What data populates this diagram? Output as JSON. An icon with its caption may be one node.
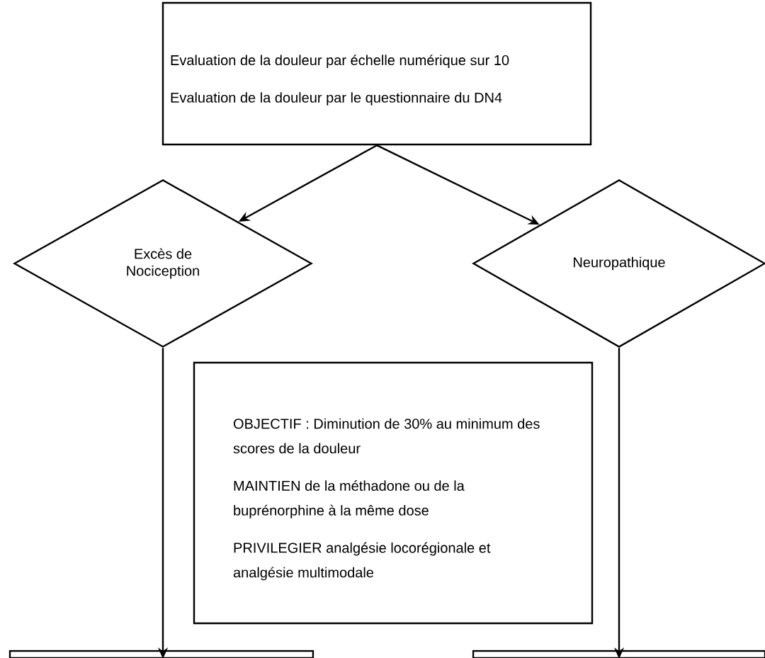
{
  "diagram": {
    "nodes": [
      {
        "text": [
          "Evaluation de la douleur par échelle numérique sur 10",
          "Evaluation de la douleur par le questionnaire du DN4"
        ]
      },
      {
        "text": [
          "Excès de Nociception"
        ]
      },
      {
        "text": [
          "Neuropathique"
        ]
      },
      {
        "text": [
          "OBJECTIF : Diminution de 30% au minimum des scores de la douleur",
          "MAINTIEN de la méthadone ou de la buprénorphine à la même dose",
          "PRIVILEGIER analgésie locorégionale et analgésie multimodale"
        ]
      },
      {
        "text": [],
        "shape": "box"
      },
      {
        "text": [],
        "shape": "box"
      }
    ],
    "edges": [
      {
        "from": 0,
        "to": 1,
        "arrow": "to"
      },
      {
        "from": 0,
        "to": 2,
        "arrow": "to"
      },
      {
        "from": 1,
        "to": 4,
        "arrow": "to"
      },
      {
        "from": 2,
        "to": 5,
        "arrow": "to"
      }
    ]
  }
}
